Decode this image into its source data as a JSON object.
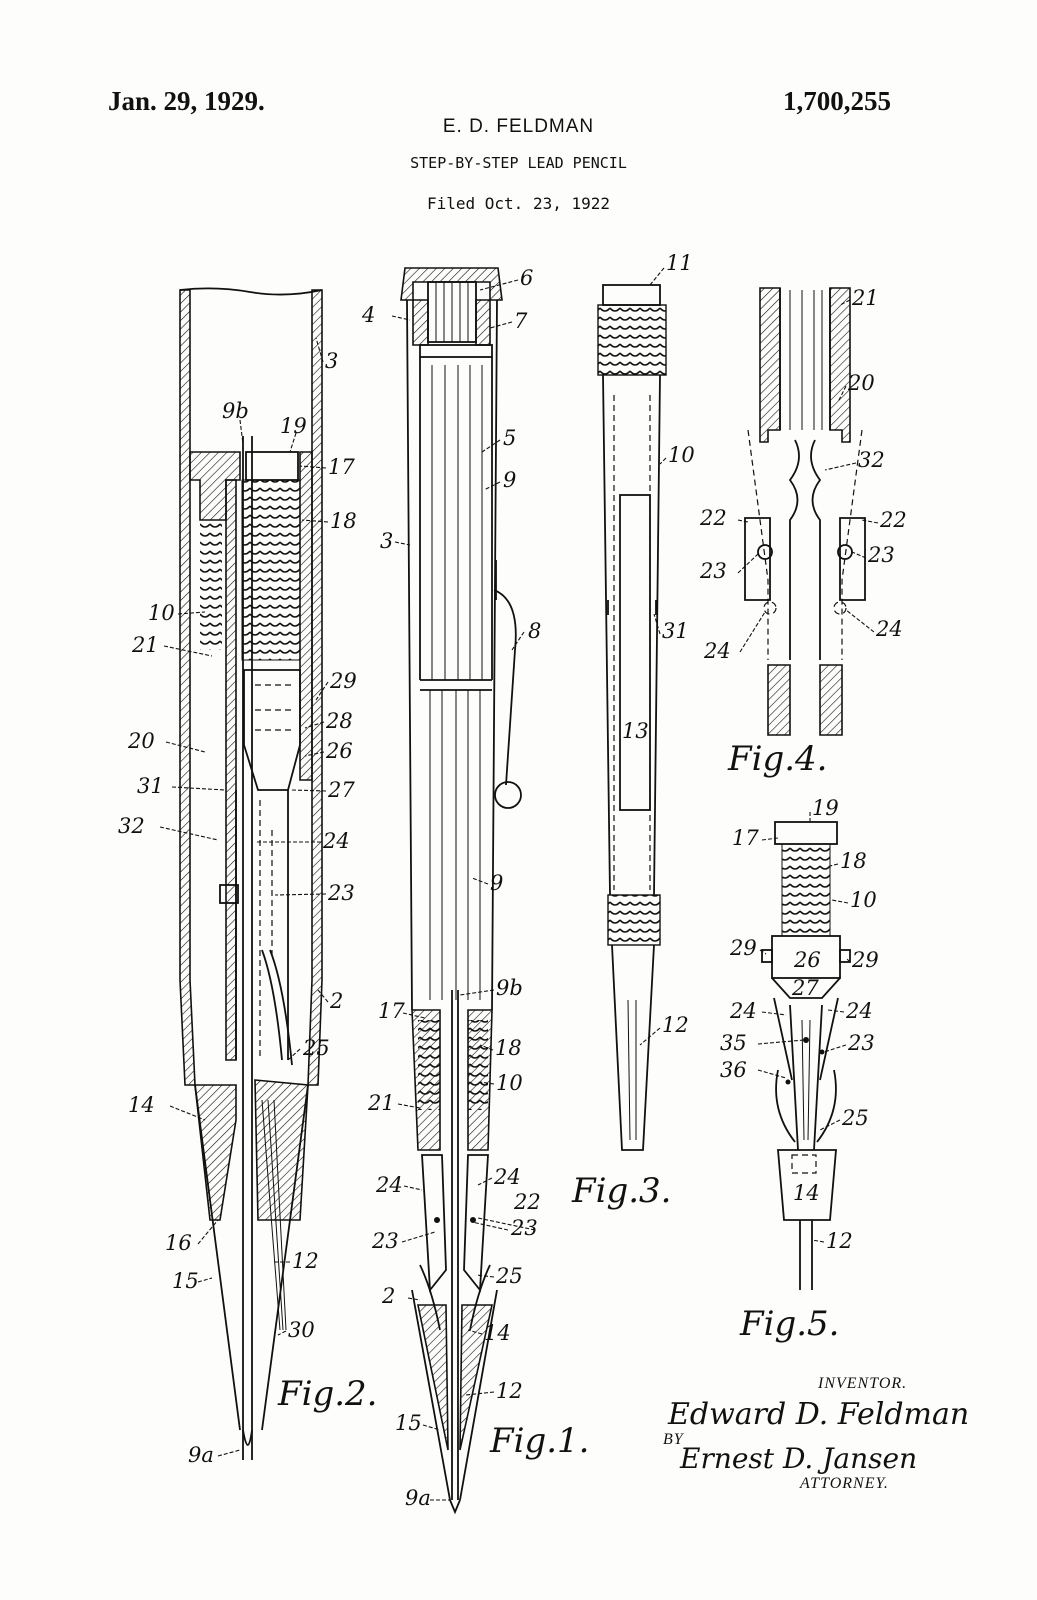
{
  "header": {
    "date": "Jan. 29, 1929.",
    "patent_number": "1,700,255",
    "inventor": "E. D. FELDMAN",
    "title": "STEP-BY-STEP LEAD PENCIL",
    "filed": "Filed Oct. 23, 1922"
  },
  "figures": {
    "fig1": "Fig.1.",
    "fig2": "Fig.2.",
    "fig3": "Fig.3.",
    "fig4": "Fig.4.",
    "fig5": "Fig.5."
  },
  "signature": {
    "inventor_label": "INVENTOR.",
    "inventor_signature": "Edward D. Feldman",
    "by": "BY",
    "attorney_signature": "Ernest D. Jansen",
    "attorney_label": "ATTORNEY."
  },
  "refs": {
    "fig1": [
      "6",
      "4",
      "7",
      "5",
      "9",
      "3",
      "8",
      "9",
      "9b",
      "17",
      "18",
      "10",
      "21",
      "24",
      "24",
      "22",
      "23",
      "23",
      "25",
      "2",
      "14",
      "12",
      "15",
      "9a"
    ],
    "fig2": [
      "3",
      "9b",
      "19",
      "17",
      "18",
      "10",
      "21",
      "29",
      "28",
      "26",
      "20",
      "31",
      "27",
      "32",
      "24",
      "23",
      "2",
      "25",
      "14",
      "16",
      "12",
      "15",
      "30",
      "9a"
    ],
    "fig3": [
      "11",
      "10",
      "31",
      "13",
      "12"
    ],
    "fig4": [
      "21",
      "20",
      "32",
      "22",
      "22",
      "23",
      "23",
      "24",
      "24"
    ],
    "fig5": [
      "19",
      "17",
      "18",
      "10",
      "29",
      "26",
      "29",
      "27",
      "24",
      "24",
      "35",
      "23",
      "36",
      "25",
      "14",
      "12"
    ]
  }
}
